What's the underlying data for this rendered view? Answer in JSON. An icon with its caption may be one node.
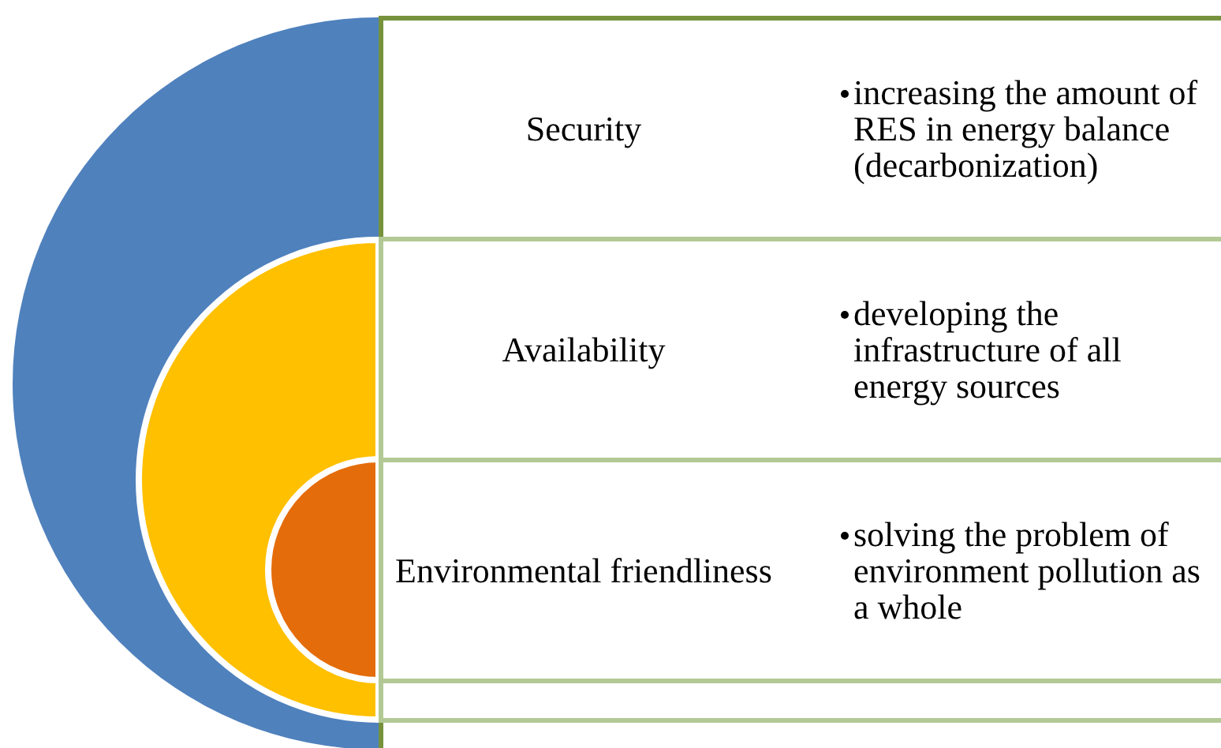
{
  "diagram": {
    "nodes": [
      {
        "text": [
          "Security",
          "increasing the amount of RES in energy balance (decarbonization)"
        ]
      },
      {
        "text": [
          "Availability",
          "developing the infrastructure of all energy sources"
        ]
      },
      {
        "text": [
          "Environmental friendliness",
          "solving the problem of environment pollution as a whole"
        ]
      },
      {
        "text": [],
        "shape": "box"
      }
    ]
  }
}
